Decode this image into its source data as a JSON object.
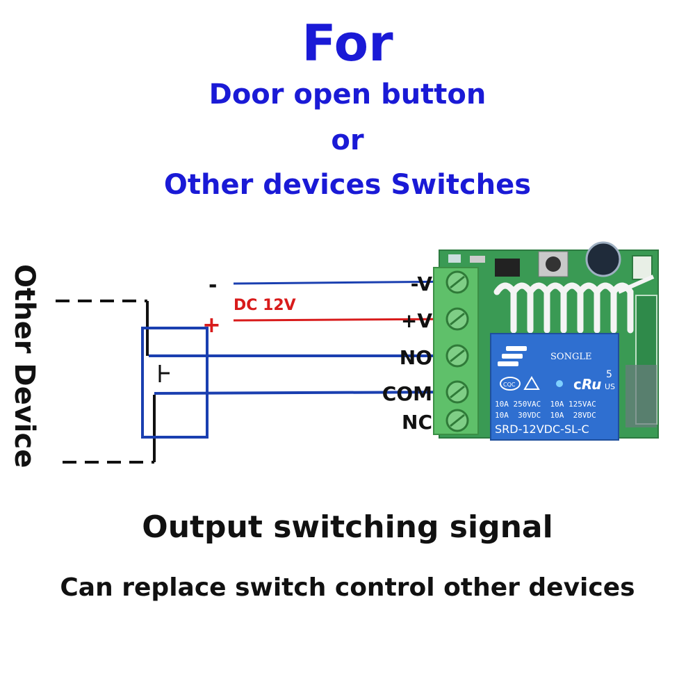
{
  "header": {
    "line1": "For",
    "line2": "Door open button",
    "line3": "or",
    "line4": "Other devices Switches"
  },
  "device_label": "Other Device",
  "wires": {
    "minus_sign": "-",
    "plus_sign": "+",
    "dc_label": "DC 12V"
  },
  "terminals": [
    "-V",
    "+V",
    "NO",
    "COM",
    "NC"
  ],
  "relay": {
    "brand": "SONGLE",
    "rating_top": "5",
    "rating_us": "US",
    "cqc": "CQC",
    "spec1": "10A 250VAC  10A 125VAC",
    "spec2": "10A  30VDC  10A  28VDC",
    "model": "SRD-12VDC-SL-C"
  },
  "footer": {
    "line1": "Output switching signal",
    "line2": "Can replace switch control other devices"
  },
  "colors": {
    "title_blue": "#1a1ad6",
    "wire_blue": "#1a3fb0",
    "wire_red": "#d81b1b",
    "pcb_green": "#3a9a54",
    "terminal_green": "#5fc06a",
    "relay_blue": "#2f6fd0"
  }
}
